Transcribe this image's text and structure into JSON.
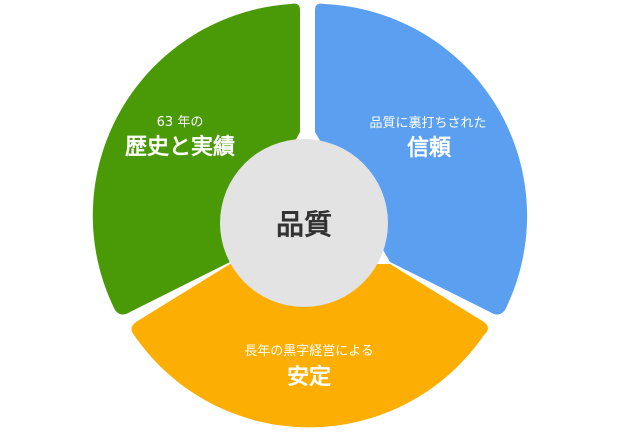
{
  "center": {
    "label": "品質",
    "color": "#e3e3e3",
    "text_color": "#333333"
  },
  "segments": [
    {
      "id": "reliability",
      "subtitle": "品質に裏打ちされた",
      "title": "信頼",
      "color": "#5a9ff0"
    },
    {
      "id": "stability",
      "subtitle": "長年の黒字経営による",
      "title": "安定",
      "color": "#fdae02"
    },
    {
      "id": "history",
      "subtitle": "63 年の",
      "title": "歴史と実績",
      "color": "#4a9a08"
    }
  ]
}
